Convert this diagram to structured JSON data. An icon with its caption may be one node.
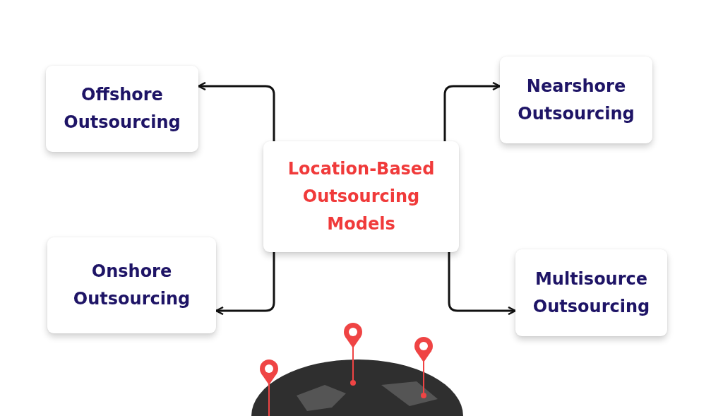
{
  "diagram": {
    "nodes": [
      {
        "text": [
          "Offshore Outsourcing"
        ]
      },
      {
        "text": [
          "Nearshore Outsourcing"
        ]
      },
      {
        "text": [
          "Location-Based Outsourcing Models"
        ]
      },
      {
        "text": [
          "Onshore Outsourcing"
        ]
      },
      {
        "text": [
          "Multisource Outsourcing"
        ]
      }
    ],
    "edges": [
      {
        "from": 2,
        "to": 0,
        "arrow": "to"
      },
      {
        "from": 2,
        "to": 1,
        "arrow": "to"
      },
      {
        "from": 2,
        "to": 3,
        "arrow": "to"
      },
      {
        "from": 2,
        "to": 4,
        "arrow": "to"
      }
    ]
  }
}
